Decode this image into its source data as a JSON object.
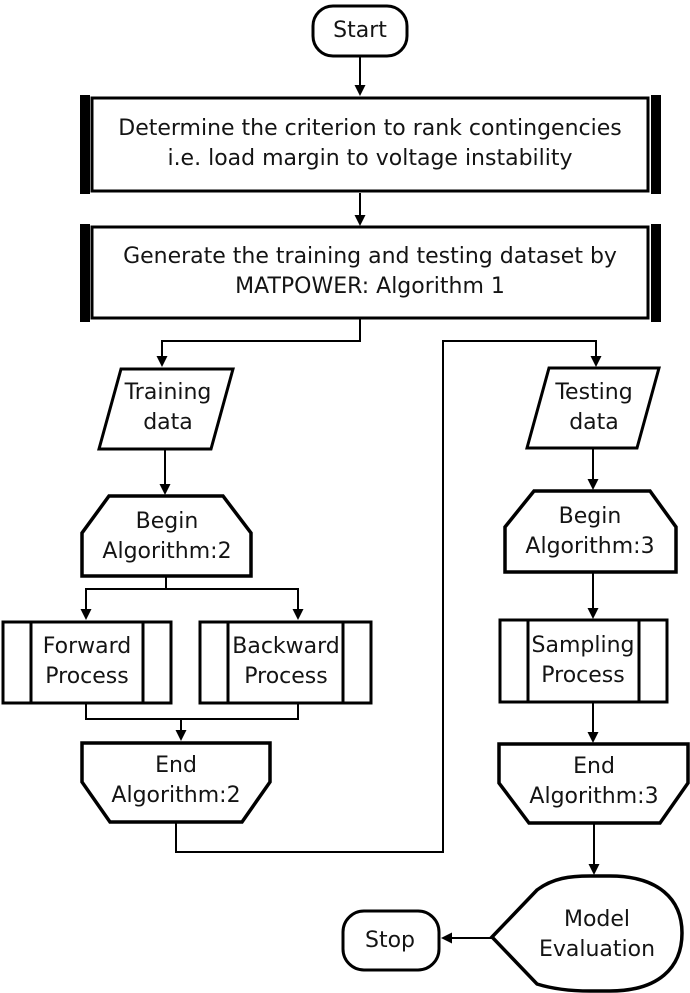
{
  "diagram": {
    "colors": {
      "stroke": "#000000",
      "node_fill": "#ffffff",
      "text": "#141414",
      "background": "#ffffff"
    },
    "nodes": {
      "start": {
        "label": "Start"
      },
      "criterion": {
        "line1": "Determine the criterion to rank contingencies",
        "line2": "i.e. load margin to voltage instability"
      },
      "generate_dataset": {
        "line1": "Generate the training and testing dataset by",
        "line2": "MATPOWER: Algorithm 1"
      },
      "training_data": {
        "line1": "Training",
        "line2": "data"
      },
      "begin_algorithm2": {
        "line1": "Begin",
        "line2": "Algorithm:2"
      },
      "forward_process": {
        "line1": "Forward",
        "line2": "Process"
      },
      "backward_process": {
        "line1": "Backward",
        "line2": "Process"
      },
      "end_algorithm2": {
        "line1": "End",
        "line2": "Algorithm:2"
      },
      "testing_data": {
        "line1": "Testing",
        "line2": "data"
      },
      "begin_algorithm3": {
        "line1": "Begin",
        "line2": "Algorithm:3"
      },
      "sampling_process": {
        "line1": "Sampling",
        "line2": "Process"
      },
      "end_algorithm3": {
        "line1": "End",
        "line2": "Algorithm:3"
      },
      "model_evaluation": {
        "line1": "Model",
        "line2": "Evaluation"
      },
      "stop": {
        "label": "Stop"
      }
    }
  }
}
